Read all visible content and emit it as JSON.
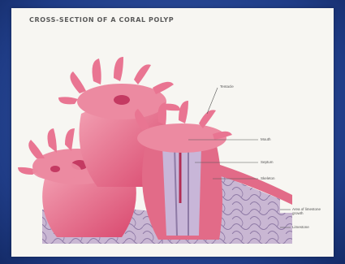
{
  "diagram": {
    "title": "CROSS-SECTION OF A CORAL POLYP",
    "labels": {
      "tentacle": "Tentacle",
      "mouth": "Mouth",
      "septum": "Septum",
      "skeleton": "Skeleton",
      "growth": "Area of limestone growth",
      "limestone": "Limestone"
    },
    "colors": {
      "tissue": "#e0607f",
      "tissue_light": "#f2a5b7",
      "skeleton": "#b9a6c7",
      "skeleton_dark": "#8e7aa5",
      "background": "#f7f6f2",
      "frame": "#2d4a94"
    }
  }
}
